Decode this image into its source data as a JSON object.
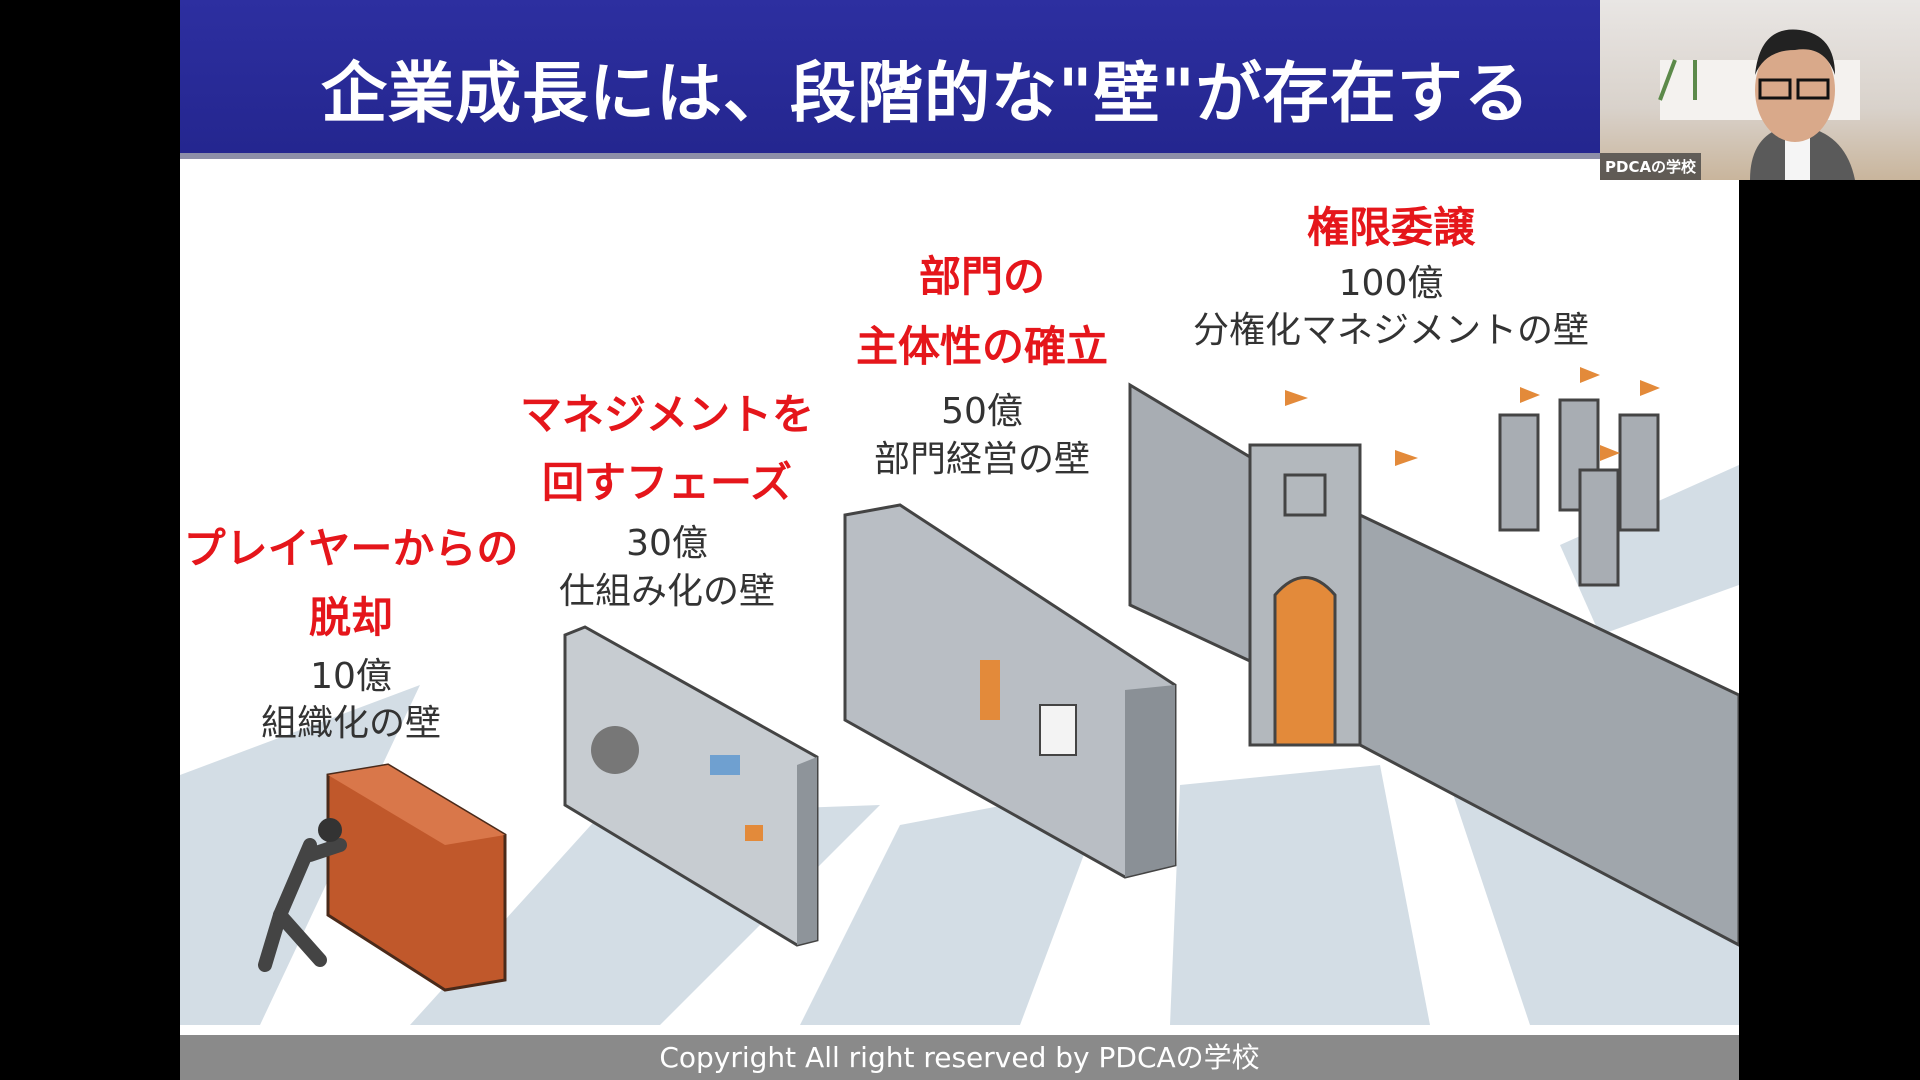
{
  "slide": {
    "title": "企業成長には、段階的な\"壁\"が存在する",
    "stages": [
      {
        "heading_lines": [
          "プレイヤーからの",
          "脱却"
        ],
        "amount": "10億",
        "wall": "組織化の壁"
      },
      {
        "heading_lines": [
          "マネジメントを",
          "回すフェーズ"
        ],
        "amount": "30億",
        "wall": "仕組み化の壁"
      },
      {
        "heading_lines": [
          "部門の",
          "主体性の確立"
        ],
        "amount": "50億",
        "wall": "部門経営の壁"
      },
      {
        "heading_lines": [
          "権限委譲"
        ],
        "amount": "100億",
        "wall": "分権化マネジメントの壁"
      }
    ],
    "footer": "Copyright All right reserved by PDCAの学校",
    "colors": {
      "title_bg": "#2a2c9a",
      "heading": "#e5161b",
      "footer_bg": "#8a8a8a"
    }
  },
  "webcam": {
    "participant_name": "PDCAの学校"
  }
}
